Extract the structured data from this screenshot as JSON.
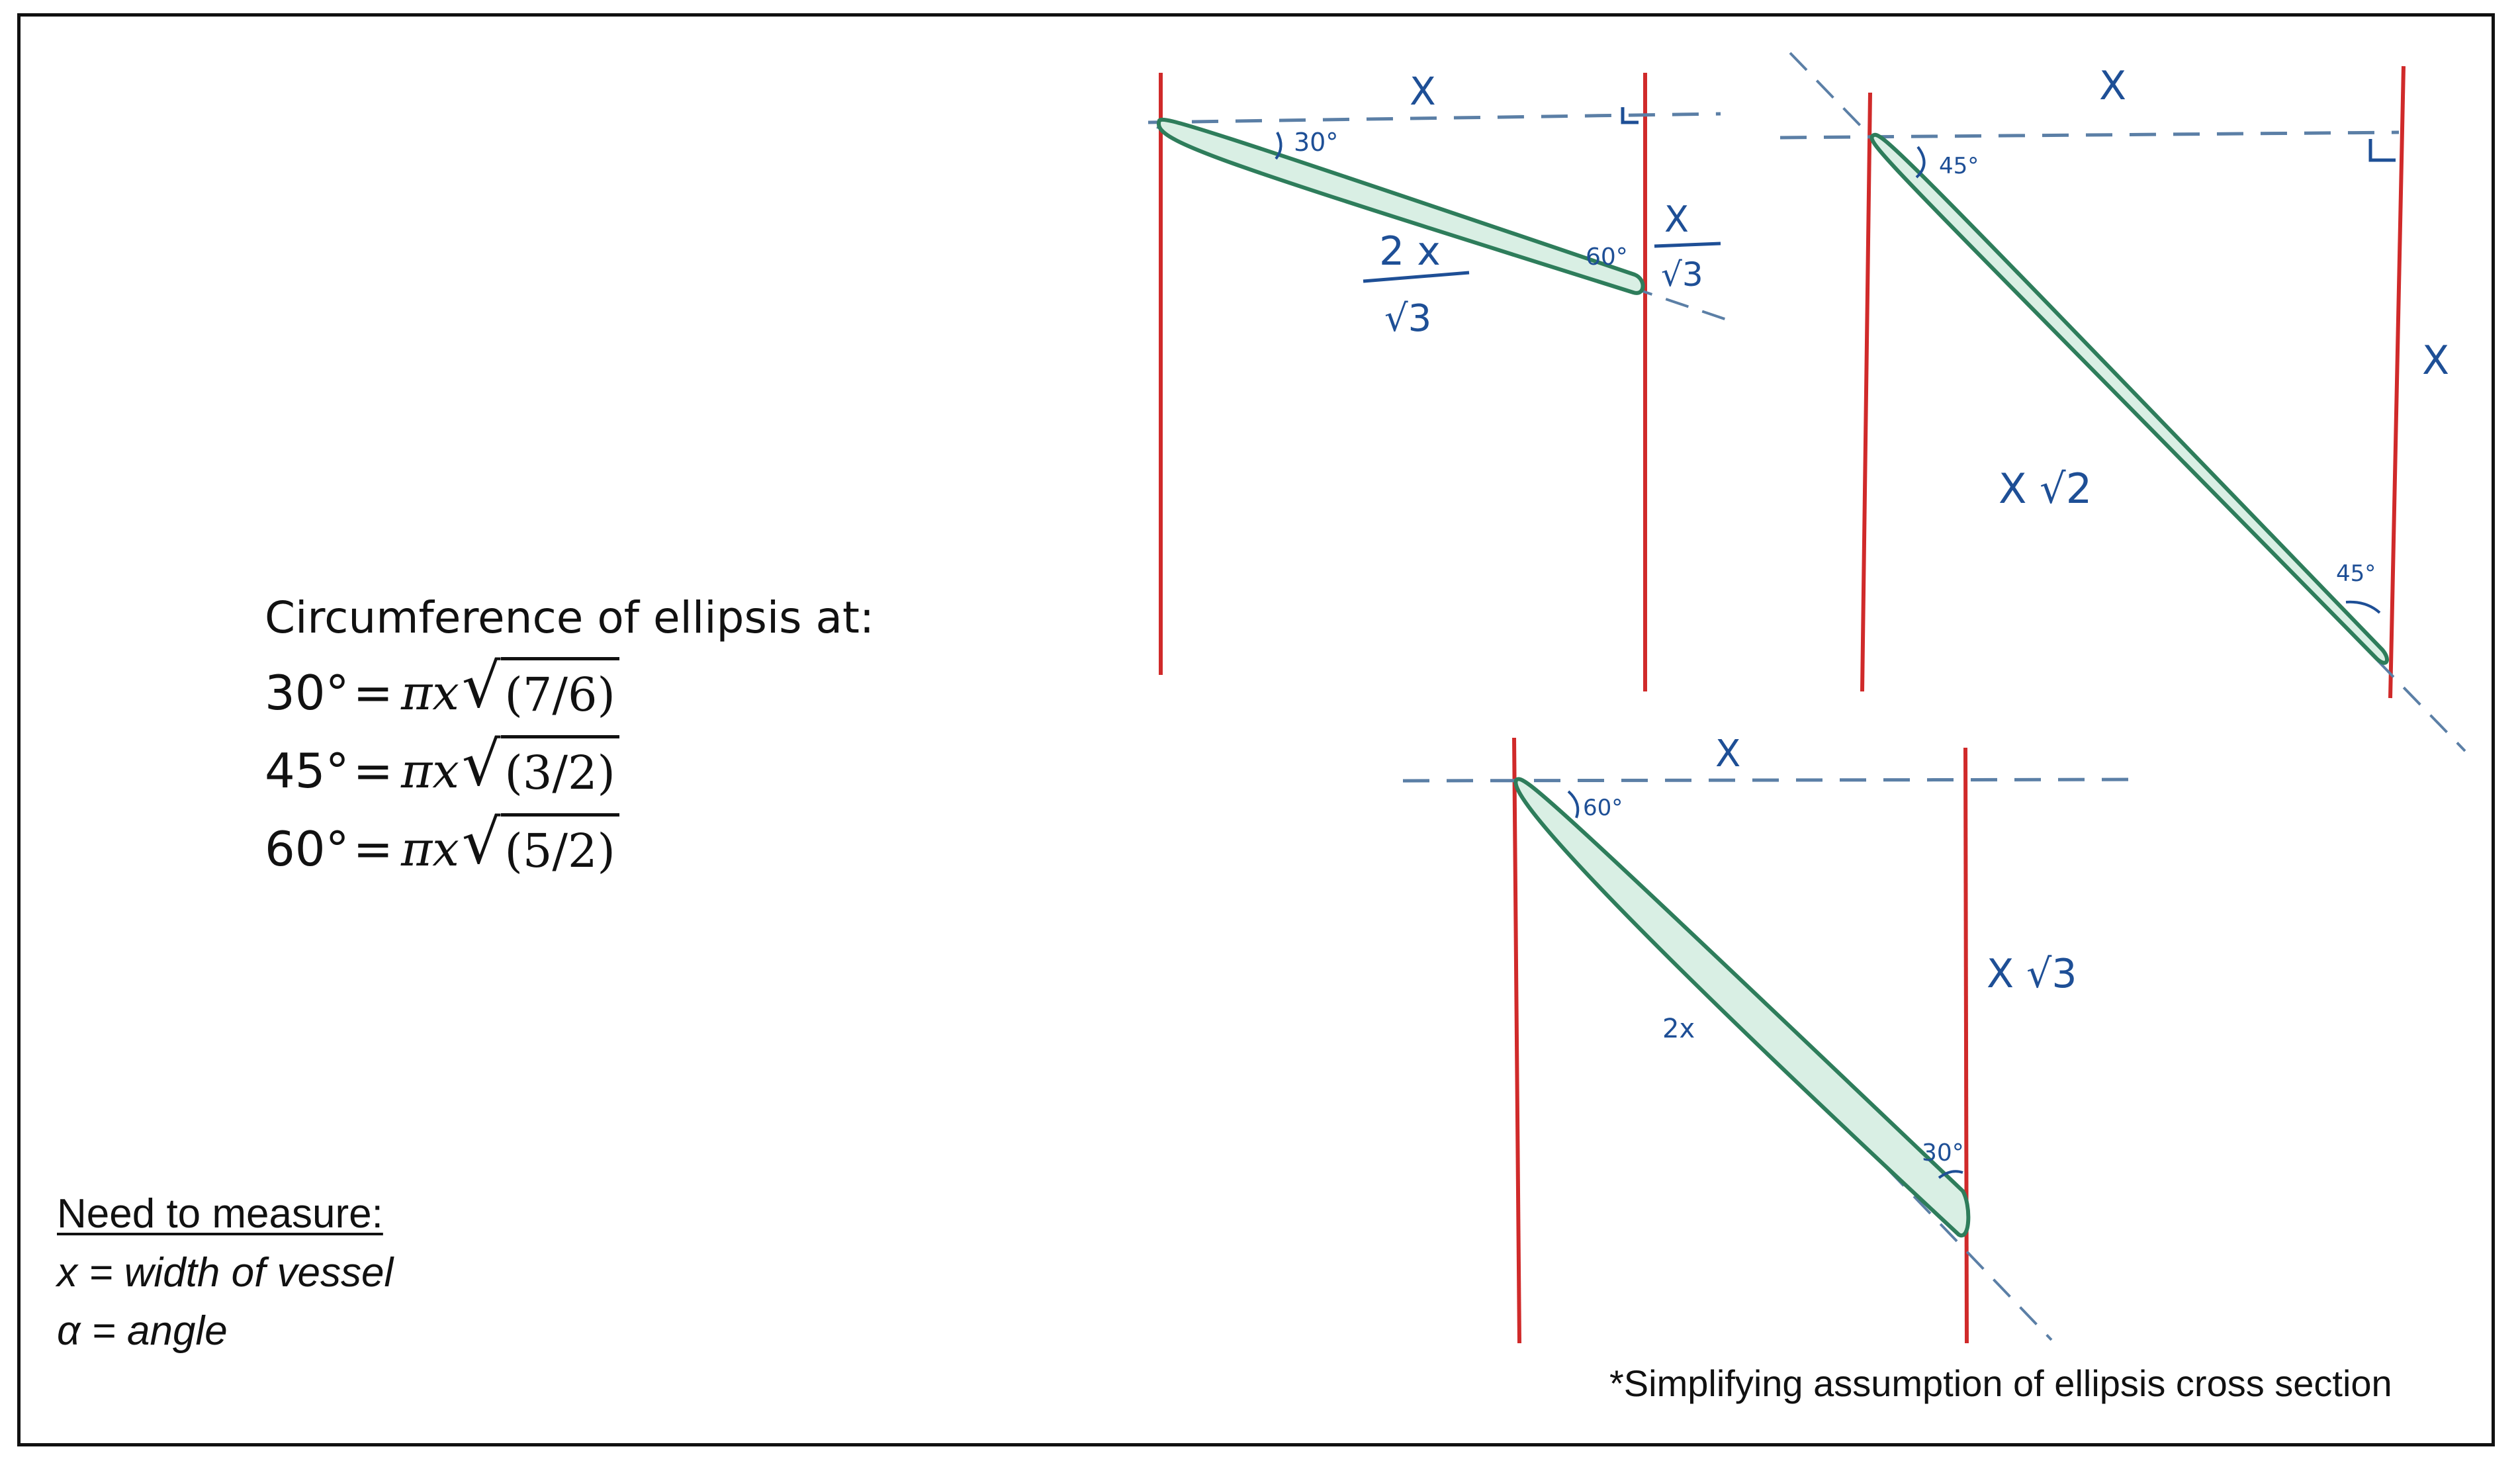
{
  "formulas": {
    "title": "Circumference of ellipsis at:",
    "lines": [
      {
        "angle": "30°",
        "eq": "=",
        "pix": "πx",
        "radicand": "(7/6)"
      },
      {
        "angle": "45°",
        "eq": "=",
        "pix": "πx",
        "radicand": "(3/2)"
      },
      {
        "angle": "60°",
        "eq": "=",
        "pix": "πx",
        "radicand": "(5/2)"
      }
    ]
  },
  "need": {
    "title": "Need to measure:",
    "line1": "x = width of vessel",
    "line2": "α = angle"
  },
  "footnote": "*Simplifying assumption of ellipsis cross section",
  "sketches": {
    "d30": {
      "top": "X",
      "angle_left": "30°",
      "angle_right": "60°",
      "hyp_num": "2 x",
      "hyp_den": "√3",
      "side_num": "X",
      "side_den": "√3"
    },
    "d45": {
      "top": "X",
      "angle_top": "45°",
      "angle_bottom": "45°",
      "hyp": "X √2",
      "side": "X"
    },
    "d60": {
      "top": "X",
      "angle_top": "60°",
      "angle_bottom": "30°",
      "hyp": "2x",
      "side": "X √3"
    }
  },
  "colors": {
    "vessel": "#d02a2a",
    "ellipse": "#2e7d5b",
    "ink": "#1e4f96",
    "text": "#111111"
  }
}
